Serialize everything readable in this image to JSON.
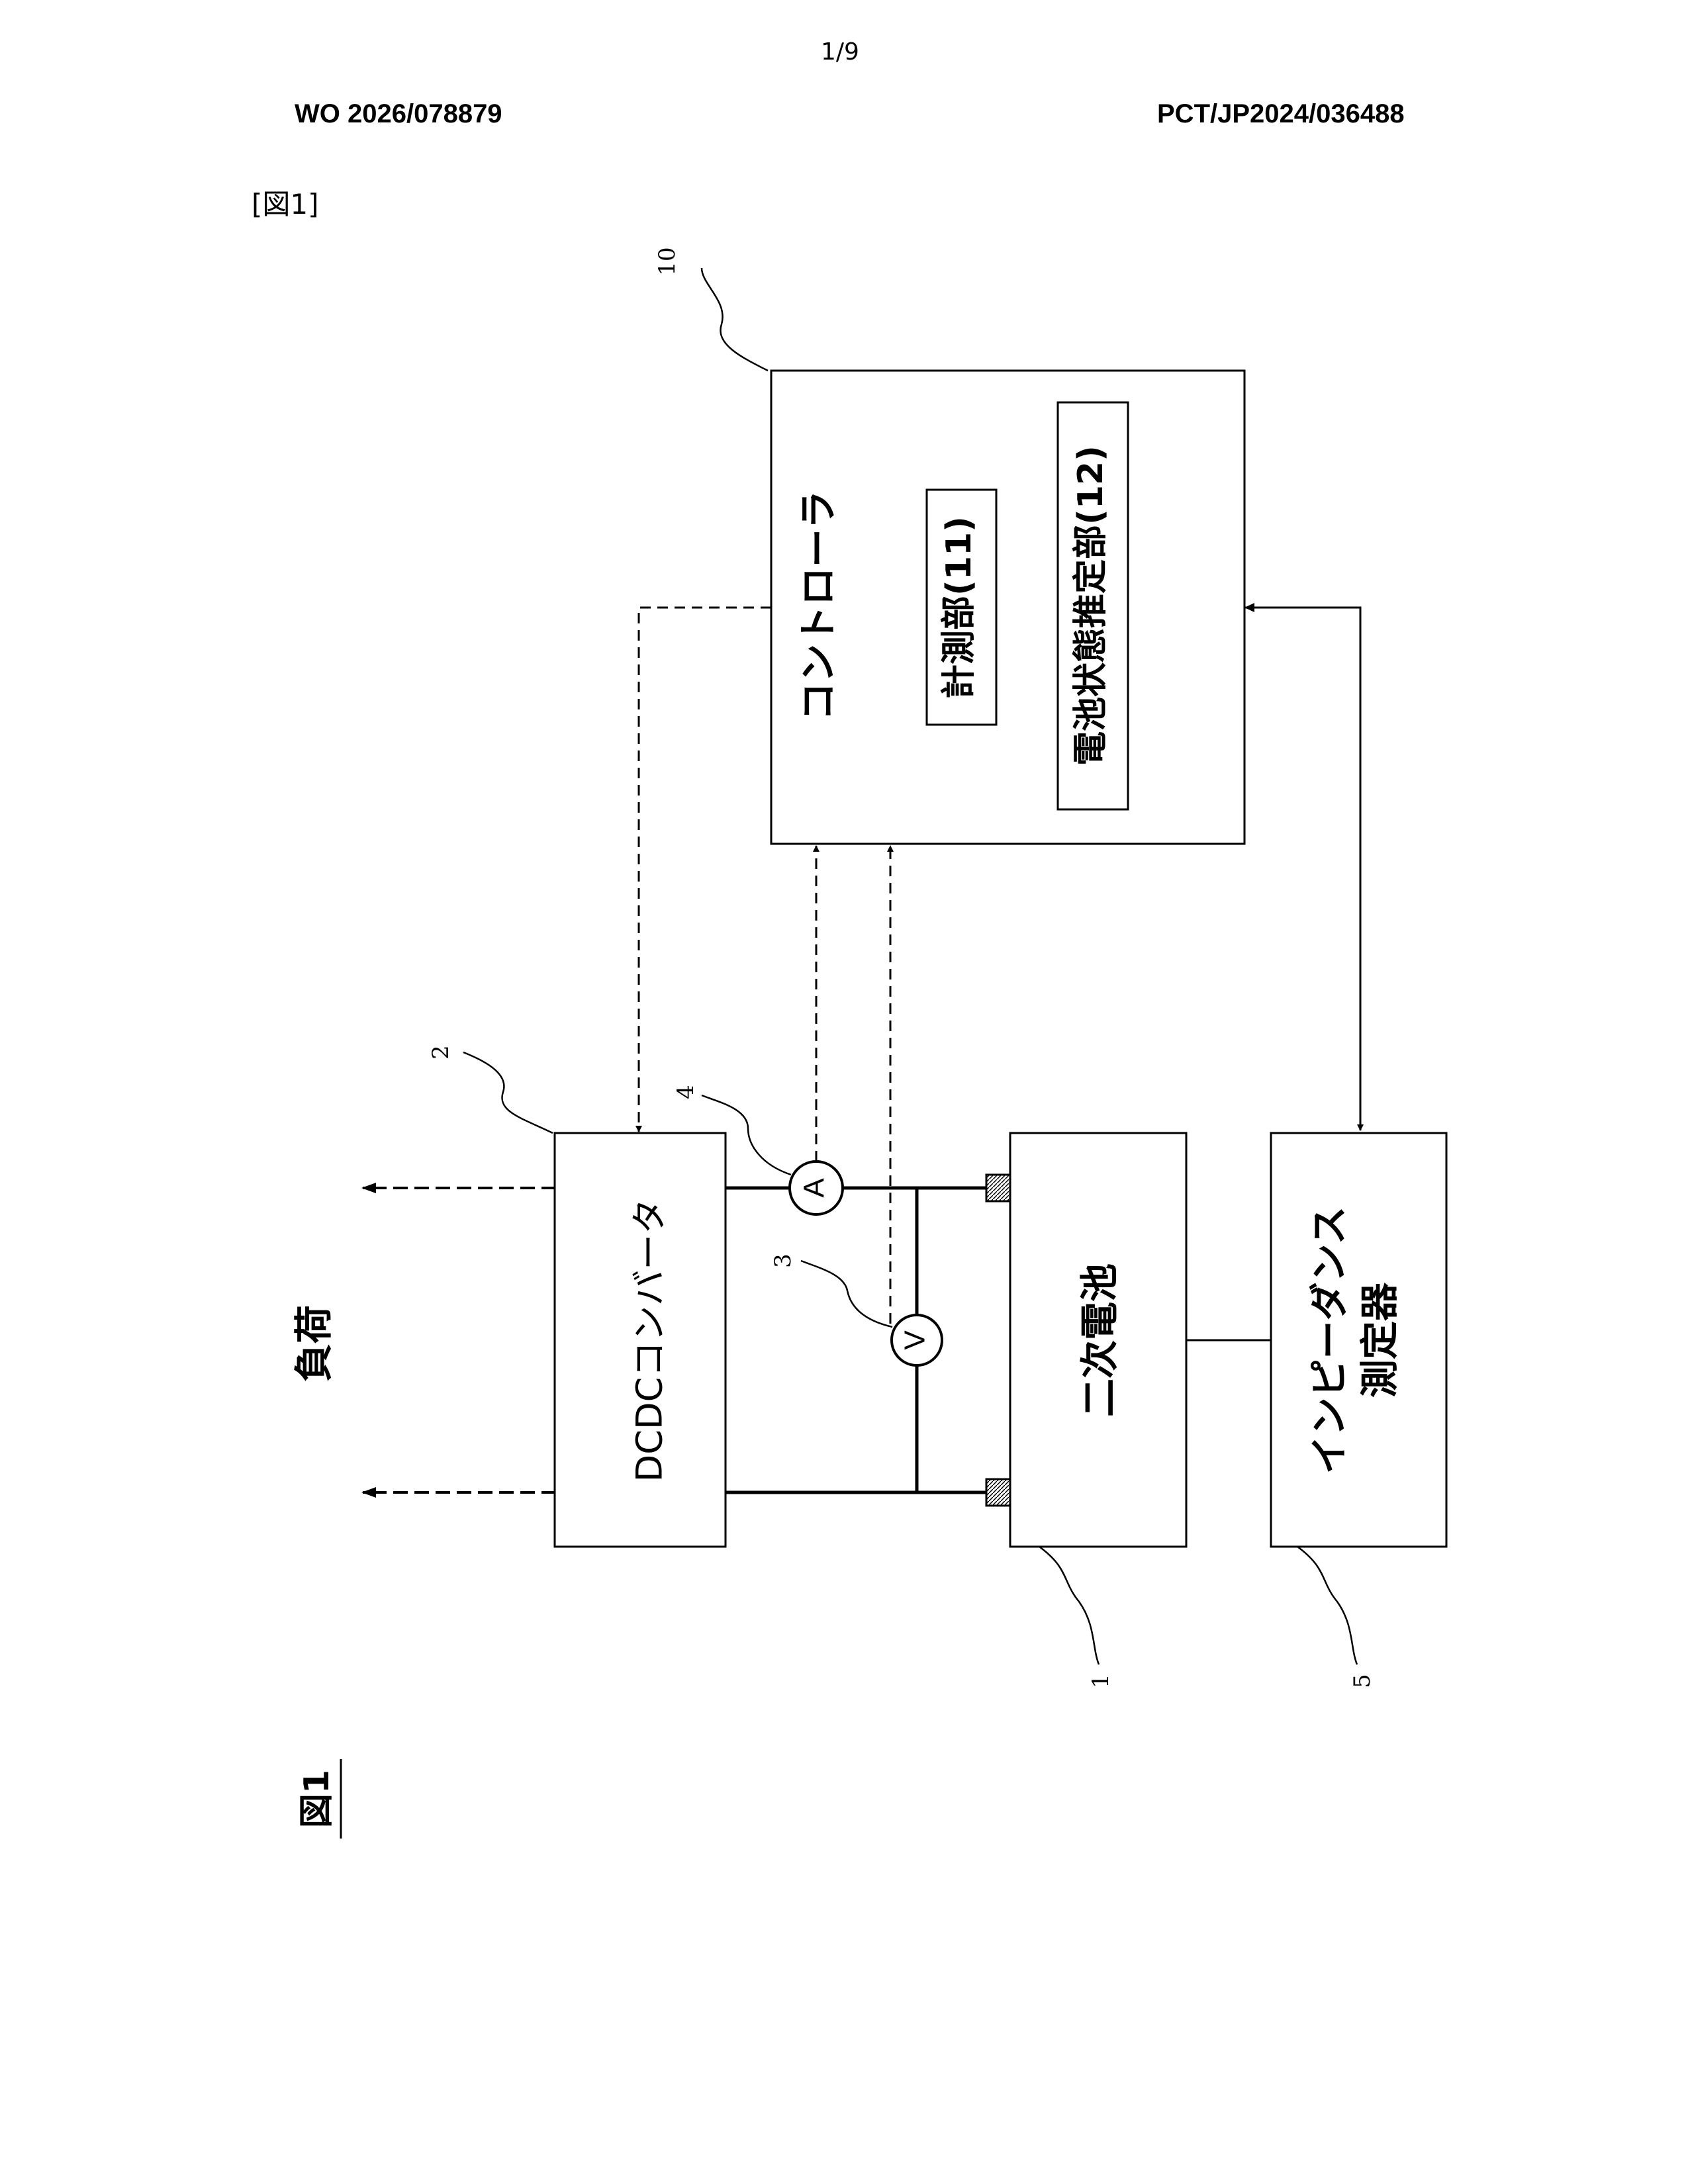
{
  "header": {
    "page_number": "1/9",
    "publication_number": "WO 2026/078879",
    "application_number": "PCT/JP2024/036488",
    "figure_tag": "[図1]"
  },
  "diagram": {
    "figure_label": "図1",
    "load_label": "負荷",
    "blocks": {
      "dcdc_converter": "DCDCコンバータ",
      "secondary_battery": "二次電池",
      "impedance_meter_line1": "インピーダンス",
      "impedance_meter_line2": "測定器",
      "controller": "コントローラ",
      "measurement_unit": "計測部(11)",
      "battery_state_estimator": "電池状態推定部(12)"
    },
    "meters": {
      "ammeter": "A",
      "voltmeter": "V"
    },
    "reference_numerals": {
      "battery": "1",
      "dcdc": "2",
      "voltmeter": "3",
      "ammeter": "4",
      "impedance_meter": "5",
      "controller": "10"
    }
  }
}
